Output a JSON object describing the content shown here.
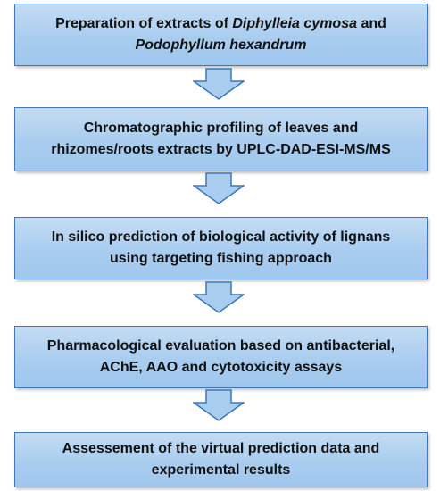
{
  "steps": [
    {
      "lines": [
        [
          {
            "text": "Preparation of extracts of ",
            "italic": false
          },
          {
            "text": "Diphylleia cymosa",
            "italic": true
          },
          {
            "text": " and",
            "italic": false
          }
        ],
        [
          {
            "text": "Podophyllum hexandrum",
            "italic": true
          }
        ]
      ]
    },
    {
      "lines": [
        [
          {
            "text": "Chromatographic profiling of leaves and",
            "italic": false
          }
        ],
        [
          {
            "text": "rhizomes/roots extracts by UPLC-DAD-ESI-MS/MS",
            "italic": false
          }
        ]
      ]
    },
    {
      "lines": [
        [
          {
            "text": "In silico prediction of biological activity of lignans",
            "italic": false
          }
        ],
        [
          {
            "text": "using  targeting fishing approach",
            "italic": false
          }
        ]
      ]
    },
    {
      "lines": [
        [
          {
            "text": "Pharmacological evaluation based on antibacterial,",
            "italic": false
          }
        ],
        [
          {
            "text": "AChE, AAO and cytotoxicity assays",
            "italic": false
          }
        ]
      ]
    },
    {
      "lines": [
        [
          {
            "text": "Assessement of  the virtual prediction data and",
            "italic": false
          }
        ],
        [
          {
            "text": "experimental results",
            "italic": false
          }
        ]
      ]
    }
  ],
  "colors": {
    "box_fill": "#a9cdef",
    "box_border": "#3f77b8",
    "arrow_fill": "#a9cdef",
    "arrow_stroke": "#3f77b8",
    "text": "#111111"
  }
}
